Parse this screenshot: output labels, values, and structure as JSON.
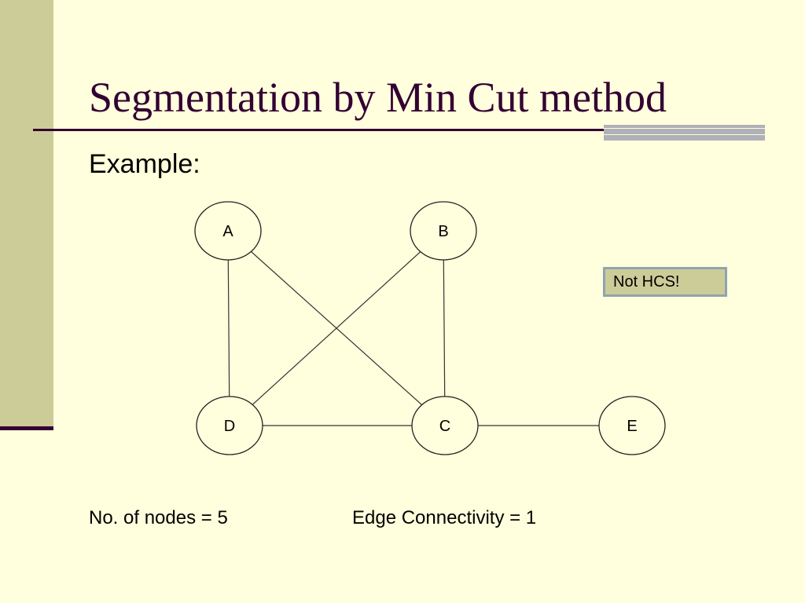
{
  "slide": {
    "title": "Segmentation by Min Cut method",
    "subtitle": "Example:",
    "note": "Not HCS!",
    "nodes_count_text": "No. of nodes = 5",
    "connectivity_text": "Edge Connectivity = 1"
  },
  "graph": {
    "nodes": [
      {
        "id": "A",
        "label": "A"
      },
      {
        "id": "B",
        "label": "B"
      },
      {
        "id": "C",
        "label": "C"
      },
      {
        "id": "D",
        "label": "D"
      },
      {
        "id": "E",
        "label": "E"
      }
    ],
    "edges": [
      {
        "from": "A",
        "to": "D"
      },
      {
        "from": "A",
        "to": "C"
      },
      {
        "from": "B",
        "to": "D"
      },
      {
        "from": "B",
        "to": "C"
      },
      {
        "from": "D",
        "to": "C"
      },
      {
        "from": "C",
        "to": "E"
      }
    ]
  },
  "colors": {
    "background": "#ffffdd",
    "accent": "#330033",
    "sidebar": "#cccc99",
    "note_border": "#8fa4b0"
  }
}
